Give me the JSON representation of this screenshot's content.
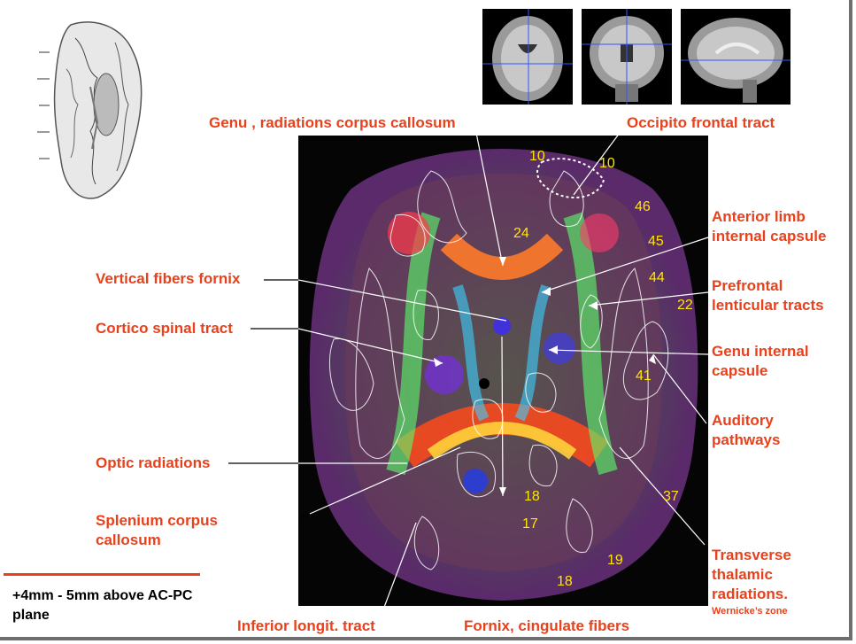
{
  "labels": {
    "genu_radiations": "Genu , radiations corpus callosum",
    "occipito_frontal": "Occipito frontal tract",
    "anterior_limb_1": "Anterior limb",
    "anterior_limb_2": "internal capsule",
    "prefrontal_1": "Prefrontal",
    "prefrontal_2": "lenticular tracts",
    "genu_internal_1": "Genu internal",
    "genu_internal_2": "capsule",
    "auditory_1": "Auditory",
    "auditory_2": "pathways",
    "transverse_1": "Transverse",
    "transverse_2": "thalamic",
    "transverse_3": "radiations.",
    "wernicke": "Wernicke’s zone",
    "vertical_fornix": "Vertical fibers fornix",
    "cortico_spinal": "Cortico spinal tract",
    "optic": "Optic radiations",
    "splenium_1": "Splenium corpus",
    "splenium_2": "callosum",
    "inferior_longit": "Inferior longit. tract",
    "fornix_cingulate": "Fornix, cingulate fibers"
  },
  "plane_note": "+4mm - 5mm above AC-PC plane",
  "area_numbers": [
    "10",
    "10",
    "46",
    "24",
    "45",
    "44",
    "22",
    "41",
    "37",
    "18",
    "17",
    "19",
    "18"
  ],
  "colors": {
    "label": "#e8411c",
    "number": "#ffe600"
  }
}
